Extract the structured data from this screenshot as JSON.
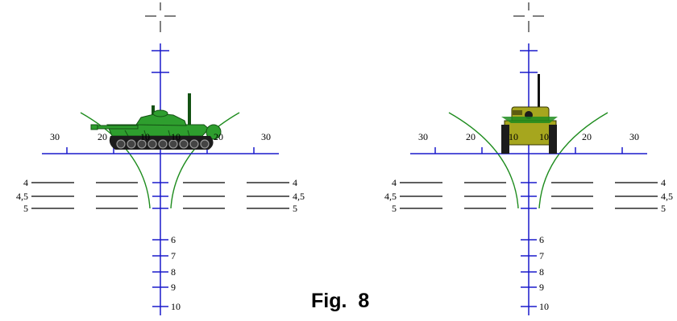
{
  "caption": "Fig.  8",
  "colors": {
    "reticle": "#1a1acc",
    "curve": "#1e8c1e",
    "marks": "#000000",
    "crosshair": "#000000",
    "tank_body": "#2e9e2e",
    "tank_dark": "#145214",
    "tank_front": "#a6a61e"
  },
  "views": [
    {
      "name": "side-view",
      "subject": "tank-side-icon",
      "scale_left": [
        "30",
        "20",
        "10"
      ],
      "scale_right": [
        "10",
        "20",
        "30"
      ],
      "range_marks_left": [
        "4",
        "4,5",
        "5"
      ],
      "range_marks_right": [
        "4",
        "4,5",
        "5"
      ],
      "vertical_scale": [
        "6",
        "7",
        "8",
        "9",
        "10"
      ]
    },
    {
      "name": "front-view",
      "subject": "tank-front-icon",
      "scale_left": [
        "30",
        "20",
        "10"
      ],
      "scale_right": [
        "10",
        "20",
        "30"
      ],
      "range_marks_left": [
        "4",
        "4,5",
        "5"
      ],
      "range_marks_right": [
        "4",
        "4,5",
        "5"
      ],
      "vertical_scale": [
        "6",
        "7",
        "8",
        "9",
        "10"
      ]
    }
  ]
}
